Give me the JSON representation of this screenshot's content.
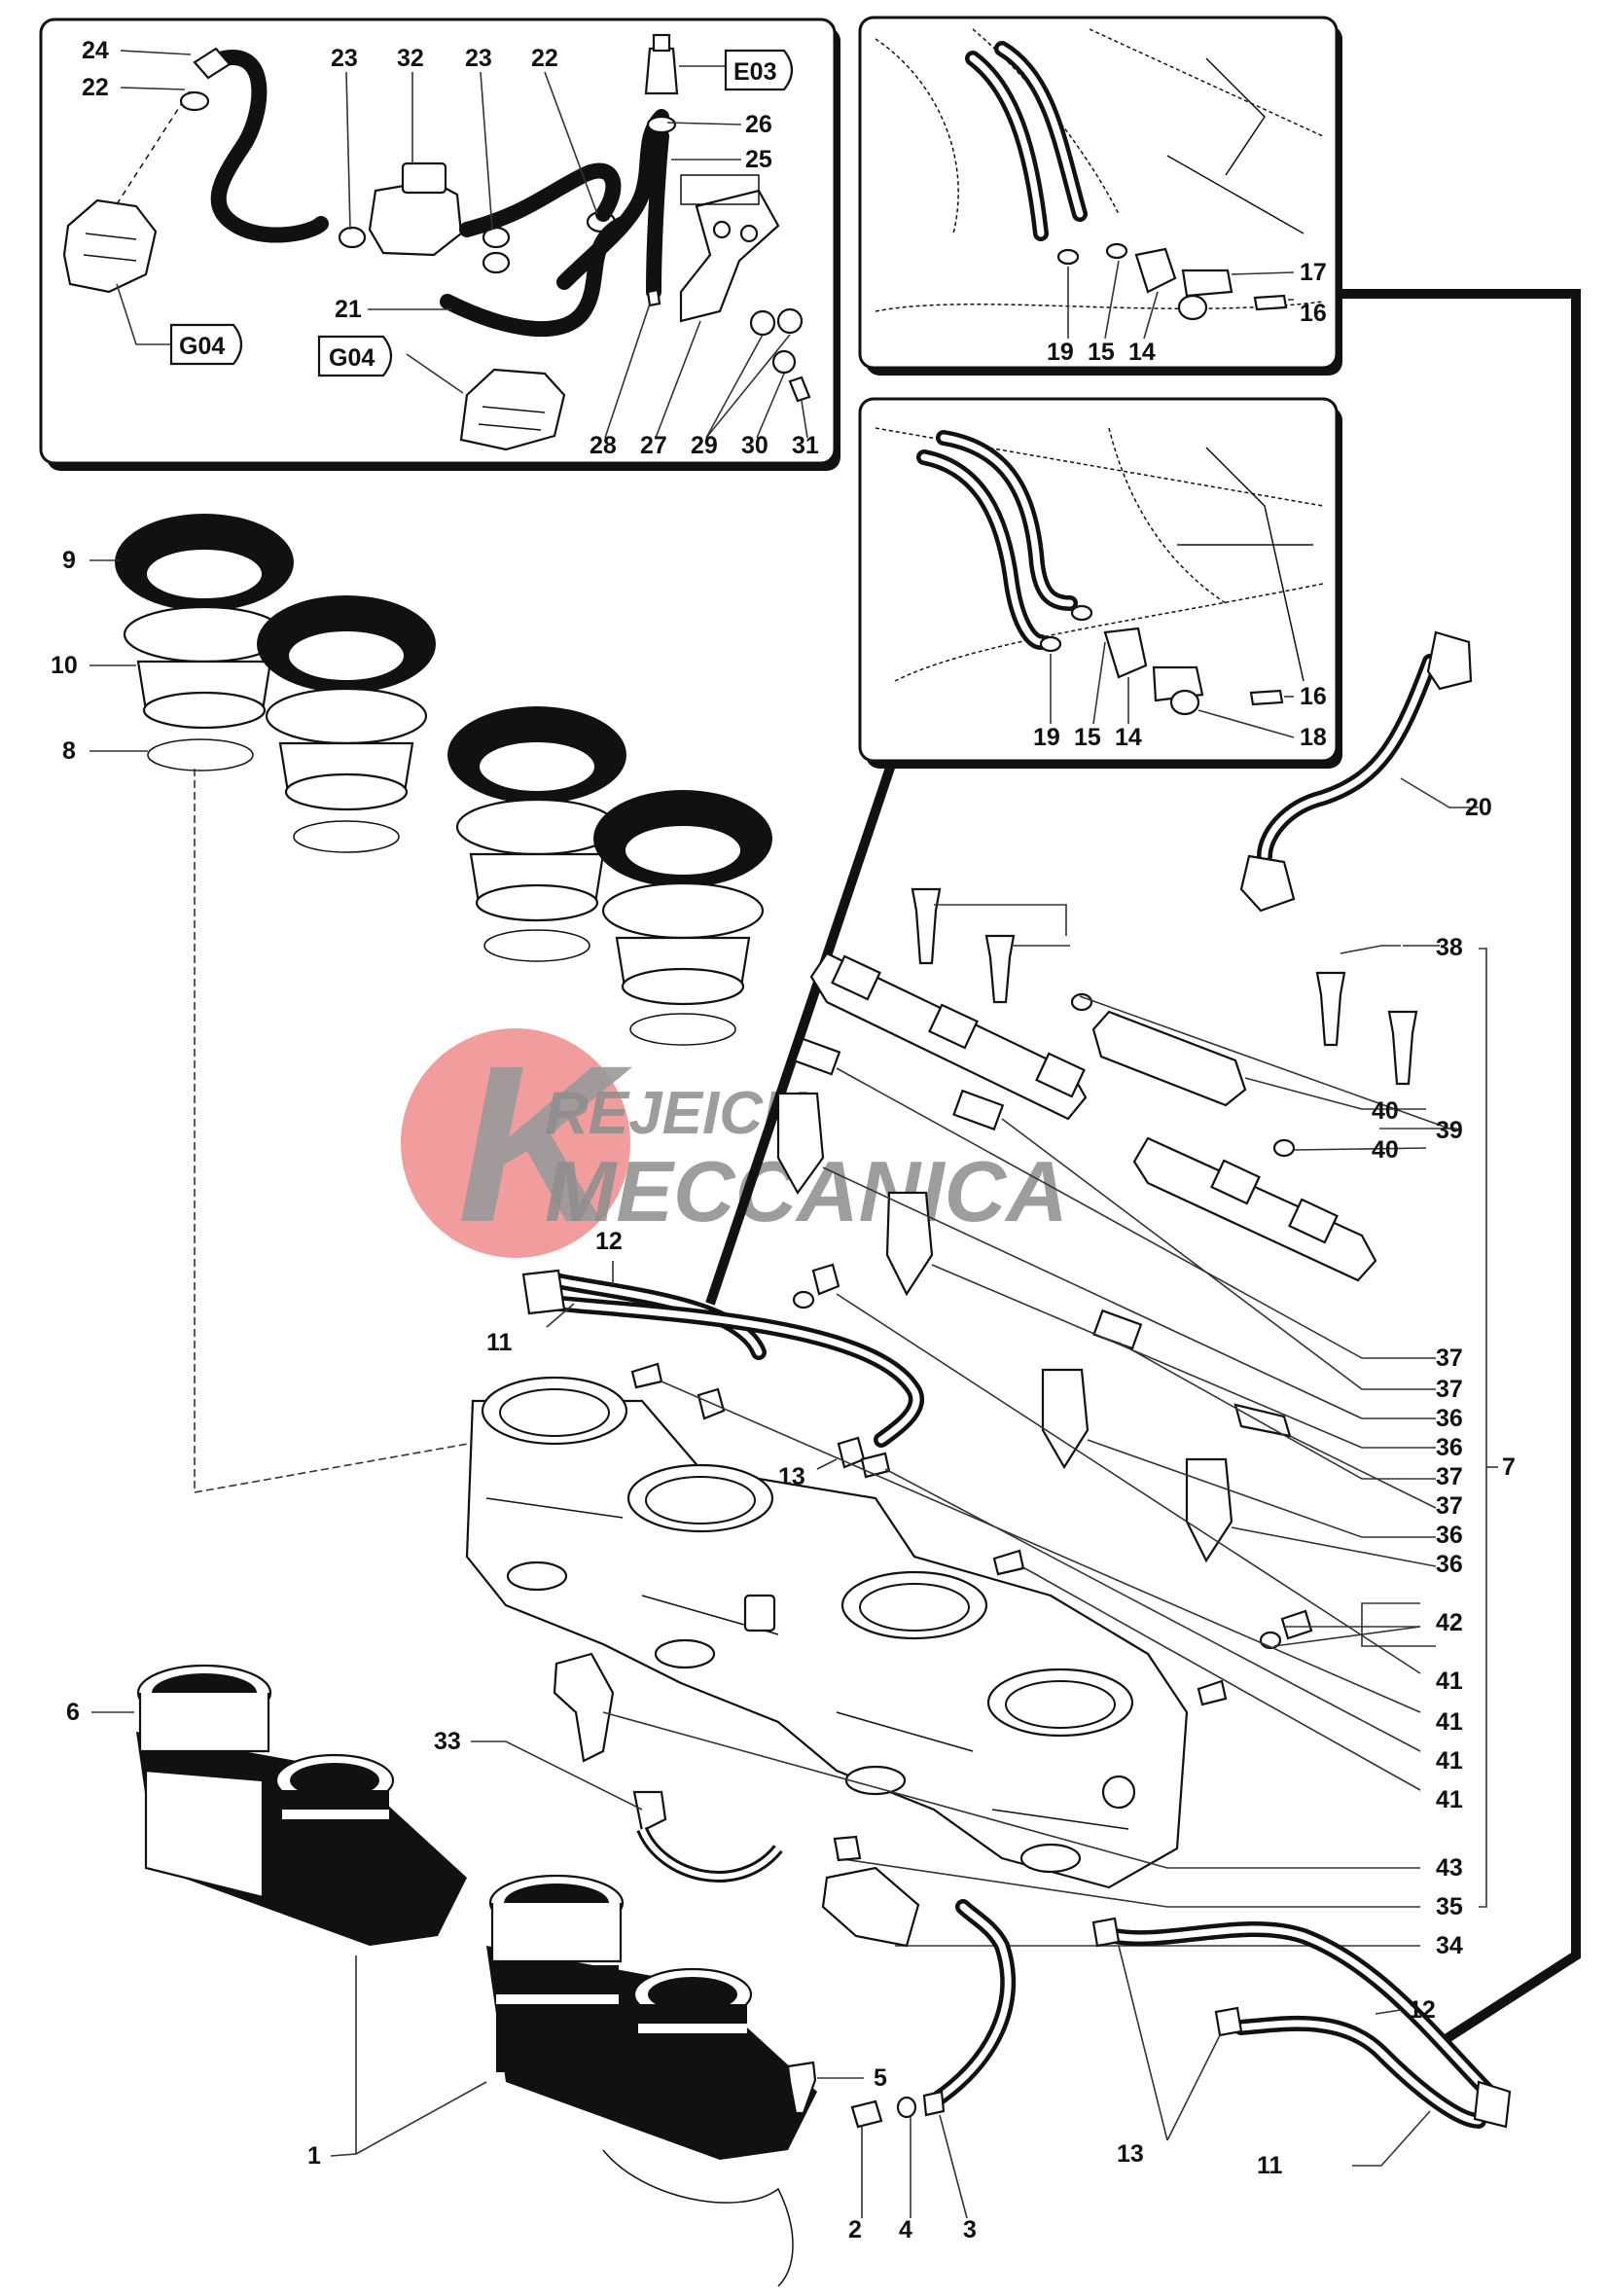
{
  "watermark": {
    "line1": "REJEICH",
    "line2": "MECCANICA",
    "logo_letter": "K",
    "colors": {
      "circle": "#ee8c8c",
      "text": "#8d8d8d"
    }
  },
  "tags": {
    "e03": "E03",
    "g04_top": "G04",
    "g04_bottom": "G04"
  },
  "callouts": {
    "c24": "24",
    "c22a": "22",
    "c23a": "23",
    "c32": "32",
    "c23b": "23",
    "c22b": "22",
    "c26": "26",
    "c25": "25",
    "c21": "21",
    "c28": "28",
    "c27": "27",
    "c29": "29",
    "c30": "30",
    "c31": "31",
    "c17": "17",
    "c16a": "16",
    "c19a": "19",
    "c15a": "15",
    "c14a": "14",
    "c16b": "16",
    "c18": "18",
    "c19b": "19",
    "c15b": "15",
    "c14b": "14",
    "c20": "20",
    "c9": "9",
    "c10": "10",
    "c8": "8",
    "c38": "38",
    "c40a": "40",
    "c39": "39",
    "c40b": "40",
    "c12a": "12",
    "c11a": "11",
    "c13a": "13",
    "c37a": "37",
    "c37b": "37",
    "c36a": "36",
    "c36b": "36",
    "c37c": "37",
    "c37d": "37",
    "c36c": "36",
    "c36d": "36",
    "c7": "7",
    "c42": "42",
    "c41a": "41",
    "c41b": "41",
    "c41c": "41",
    "c41d": "41",
    "c6": "6",
    "c33": "33",
    "c43": "43",
    "c35": "35",
    "c34": "34",
    "c5": "5",
    "c1": "1",
    "c2": "2",
    "c4": "4",
    "c3": "3",
    "c12b": "12",
    "c13b": "13",
    "c11b": "11"
  }
}
